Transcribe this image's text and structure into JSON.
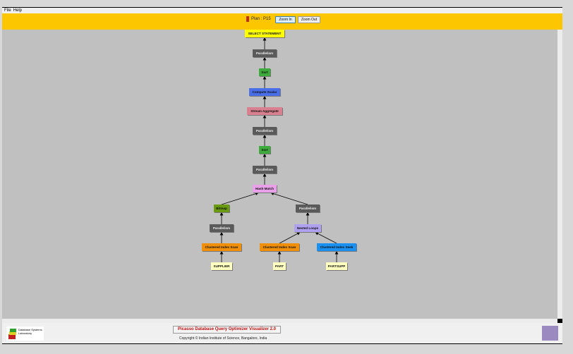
{
  "menu": [
    "File",
    "Help"
  ],
  "toolbar": {
    "plan_label": "Plan : P15",
    "plan_color": "#c03010",
    "zoom_in": "Zoom In",
    "zoom_out": "Zoom Out"
  },
  "plan_tree": {
    "nodes": [
      {
        "id": "n0",
        "label": "SELECT STATEMENT",
        "color": "#ffff00"
      },
      {
        "id": "n1",
        "label": "Parallelism",
        "color": "#5a5a5a"
      },
      {
        "id": "n2",
        "label": "Sort",
        "color": "#3cab3c"
      },
      {
        "id": "n3",
        "label": "Compute Scalar",
        "color": "#4a6ee8"
      },
      {
        "id": "n4",
        "label": "Stream Aggregate",
        "color": "#d88090"
      },
      {
        "id": "n5",
        "label": "Parallelism",
        "color": "#5a5a5a"
      },
      {
        "id": "n6",
        "label": "Sort",
        "color": "#3cab3c"
      },
      {
        "id": "n7",
        "label": "Parallelism",
        "color": "#5a5a5a"
      },
      {
        "id": "n8",
        "label": "Hash Match",
        "color": "#e8a0e8"
      },
      {
        "id": "n9",
        "label": "Bitmap",
        "color": "#6a9a10"
      },
      {
        "id": "n10",
        "label": "Parallelism",
        "color": "#5a5a5a"
      },
      {
        "id": "n11",
        "label": "Parallelism",
        "color": "#5a5a5a"
      },
      {
        "id": "n12",
        "label": "Nested Loops",
        "color": "#b0a0f0"
      },
      {
        "id": "n13",
        "label": "Clustered Index Scan",
        "color": "#f0900a"
      },
      {
        "id": "n14",
        "label": "Clustered Index Scan",
        "color": "#f0900a"
      },
      {
        "id": "n15",
        "label": "Clustered Index Seek",
        "color": "#1a90f0"
      },
      {
        "id": "n16",
        "label": "SUPPLIER",
        "color": "#ffffc0"
      },
      {
        "id": "n17",
        "label": "PART",
        "color": "#ffffc0"
      },
      {
        "id": "n18",
        "label": "PARTSUPP",
        "color": "#ffffc0"
      }
    ],
    "edges": [
      [
        "n1",
        "n0"
      ],
      [
        "n2",
        "n1"
      ],
      [
        "n3",
        "n2"
      ],
      [
        "n4",
        "n3"
      ],
      [
        "n5",
        "n4"
      ],
      [
        "n6",
        "n5"
      ],
      [
        "n7",
        "n6"
      ],
      [
        "n8",
        "n7"
      ],
      [
        "n9",
        "n8"
      ],
      [
        "n10",
        "n8"
      ],
      [
        "n11",
        "n9"
      ],
      [
        "n12",
        "n10"
      ],
      [
        "n13",
        "n11"
      ],
      [
        "n14",
        "n12"
      ],
      [
        "n15",
        "n12"
      ],
      [
        "n16",
        "n13"
      ],
      [
        "n17",
        "n14"
      ],
      [
        "n18",
        "n15"
      ]
    ]
  },
  "footer": {
    "title": "Picasso Database Query Optimizer Visualizer 2.0",
    "copyright": "Copyright © Indian Institute of Science, Bangalore, India",
    "logo_text": "Database Systems Laboratory"
  }
}
